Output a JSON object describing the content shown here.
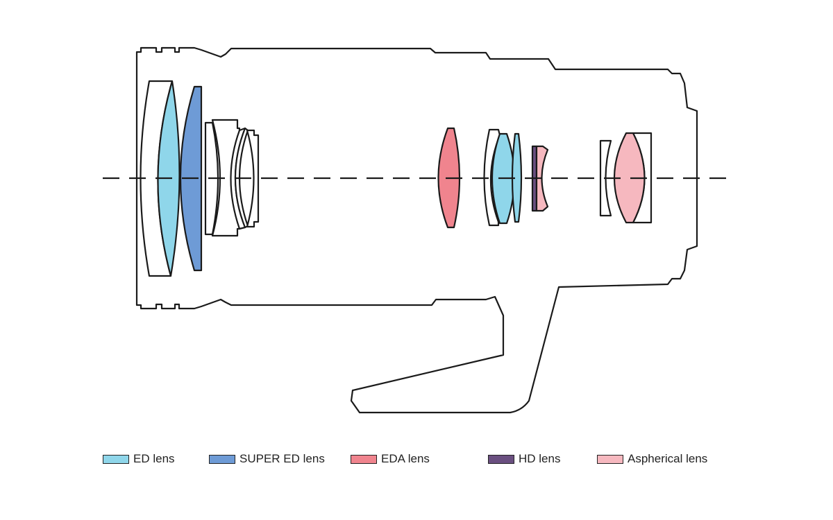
{
  "colors": {
    "ed": "#8fd6ea",
    "super_ed": "#6e9bd6",
    "eda": "#f0848e",
    "hd": "#6a4f80",
    "aspherical": "#f6b8bf"
  },
  "legend": [
    {
      "label": "ED lens",
      "color": "#8fd6ea"
    },
    {
      "label": "SUPER ED lens",
      "color": "#6e9bd6"
    },
    {
      "label": "EDA lens",
      "color": "#f0848e"
    },
    {
      "label": "HD lens",
      "color": "#6a4f80"
    },
    {
      "label": "Aspherical lens",
      "color": "#f6b8bf"
    }
  ]
}
